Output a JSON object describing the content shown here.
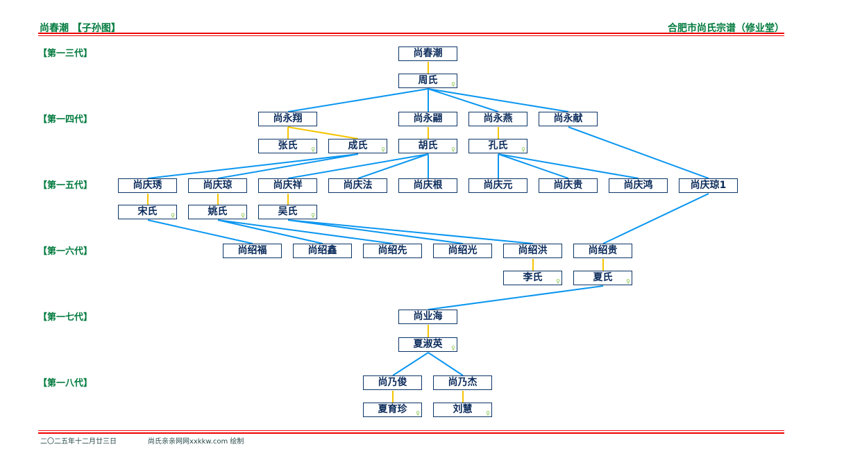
{
  "header": {
    "left": "尚春潮 【子孙图】",
    "right": "合肥市尚氏宗谱（修业堂）"
  },
  "generations": [
    "【第一三代】",
    "【第一四代】",
    "【第一五代】",
    "【第一六代】",
    "【第一七代】",
    "【第一八代】"
  ],
  "persons": {
    "p1": {
      "name": "尚春潮"
    },
    "s1": {
      "name": "周氏",
      "spouse": true
    },
    "p2": {
      "name": "尚永翔"
    },
    "p3": {
      "name": "尚永翤"
    },
    "p4": {
      "name": "尚永燕"
    },
    "p5": {
      "name": "尚永献"
    },
    "s2": {
      "name": "张氏",
      "spouse": true
    },
    "s3": {
      "name": "成氏",
      "spouse": true
    },
    "s4": {
      "name": "胡氏",
      "spouse": true
    },
    "s5": {
      "name": "孔氏",
      "spouse": true
    },
    "p6": {
      "name": "尚庆琇"
    },
    "p7": {
      "name": "尚庆琼"
    },
    "p8": {
      "name": "尚庆祥"
    },
    "p9": {
      "name": "尚庆法"
    },
    "p10": {
      "name": "尚庆根"
    },
    "p11": {
      "name": "尚庆元"
    },
    "p12": {
      "name": "尚庆贵"
    },
    "p13": {
      "name": "尚庆鸿"
    },
    "p14": {
      "name": "尚庆琼1"
    },
    "s6": {
      "name": "宋氏",
      "spouse": true
    },
    "s7": {
      "name": "姚氏",
      "spouse": true
    },
    "s8": {
      "name": "吴氏",
      "spouse": true
    },
    "p15": {
      "name": "尚绍福"
    },
    "p16": {
      "name": "尚绍鑫"
    },
    "p17": {
      "name": "尚绍先"
    },
    "p18": {
      "name": "尚绍光"
    },
    "p19": {
      "name": "尚绍洪"
    },
    "p20": {
      "name": "尚绍贵"
    },
    "s9": {
      "name": "李氏",
      "spouse": true
    },
    "s10": {
      "name": "夏氏",
      "spouse": true
    },
    "p21": {
      "name": "尚业海"
    },
    "s11": {
      "name": "夏淑英",
      "spouse": true
    },
    "p22": {
      "name": "尚乃俊"
    },
    "p23": {
      "name": "尚乃杰"
    },
    "s12": {
      "name": "夏育珍",
      "spouse": true
    },
    "s13": {
      "name": "刘慧",
      "spouse": true
    }
  },
  "female_mark": "♀",
  "marriages": [
    [
      "p1",
      "s1"
    ],
    [
      "p2",
      "s2"
    ],
    [
      "p2",
      "s3"
    ],
    [
      "p3",
      "s4"
    ],
    [
      "p4",
      "s5"
    ],
    [
      "p6",
      "s6"
    ],
    [
      "p7",
      "s7"
    ],
    [
      "p8",
      "s8"
    ],
    [
      "p19",
      "s9"
    ],
    [
      "p20",
      "s10"
    ],
    [
      "p21",
      "s11"
    ],
    [
      "p22",
      "s12"
    ],
    [
      "p23",
      "s13"
    ]
  ],
  "descents": [
    [
      "s1",
      "p2"
    ],
    [
      "s1",
      "p3"
    ],
    [
      "s1",
      "p4"
    ],
    [
      "s1",
      "p5"
    ],
    [
      "s3",
      "p6"
    ],
    [
      "s3",
      "p7"
    ],
    [
      "s4",
      "p8"
    ],
    [
      "s4",
      "p9"
    ],
    [
      "s4",
      "p10"
    ],
    [
      "s5",
      "p11"
    ],
    [
      "s5",
      "p12"
    ],
    [
      "s5",
      "p13"
    ],
    [
      "p5",
      "p14"
    ],
    [
      "s6",
      "p15"
    ],
    [
      "s7",
      "p16"
    ],
    [
      "s7",
      "p17"
    ],
    [
      "s8",
      "p18"
    ],
    [
      "s8",
      "p19"
    ],
    [
      "p14",
      "p20"
    ],
    [
      "s10",
      "p21"
    ],
    [
      "s11",
      "p22"
    ],
    [
      "s11",
      "p23"
    ]
  ],
  "colors": {
    "descent": "#0a96f0",
    "marriage": "#f5c400"
  },
  "footer": {
    "date": "二〇二五年十二月廿三日",
    "credit": "尚氏亲亲网网xxkkw.com 绘制"
  }
}
